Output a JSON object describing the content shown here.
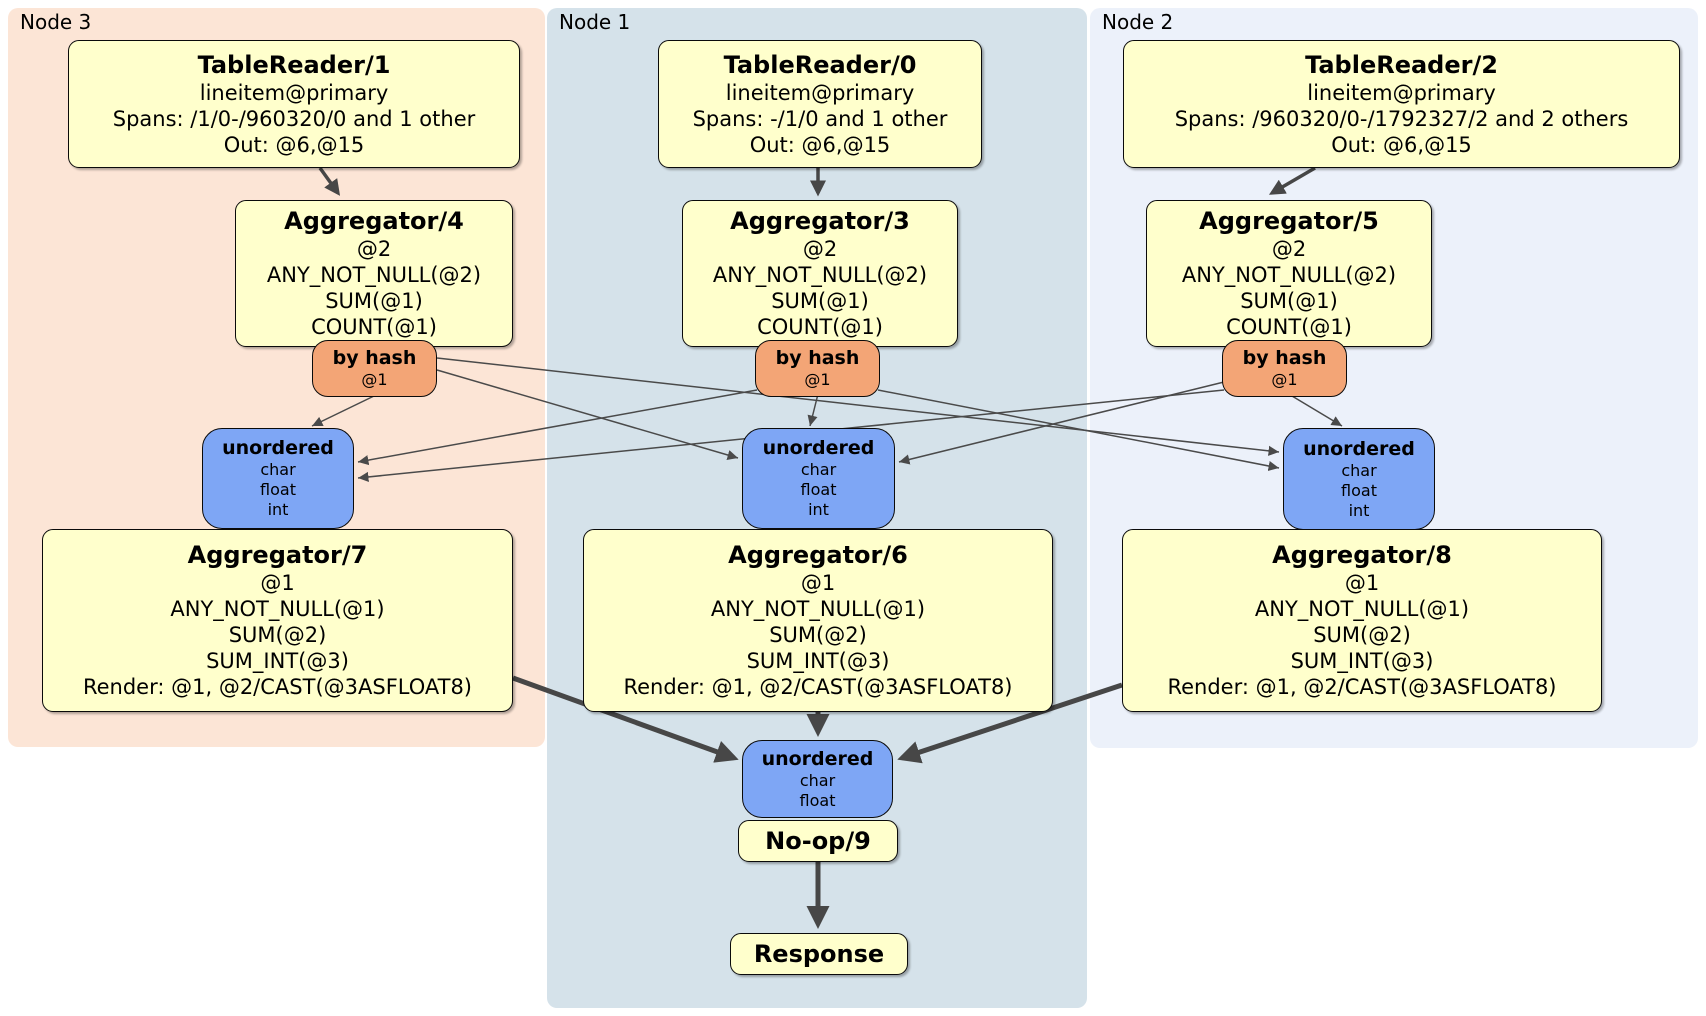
{
  "regions": [
    {
      "label": "Node 3"
    },
    {
      "label": "Node 1"
    },
    {
      "label": "Node 2"
    }
  ],
  "processors": {
    "tr1": {
      "title": "TableReader/1",
      "lines": [
        "lineitem@primary",
        "Spans: /1/0-/960320/0 and 1 other",
        "Out: @6,@15"
      ]
    },
    "tr0": {
      "title": "TableReader/0",
      "lines": [
        "lineitem@primary",
        "Spans: -/1/0 and 1 other",
        "Out: @6,@15"
      ]
    },
    "tr2": {
      "title": "TableReader/2",
      "lines": [
        "lineitem@primary",
        "Spans: /960320/0-/1792327/2 and 2 others",
        "Out: @6,@15"
      ]
    },
    "agg4": {
      "title": "Aggregator/4",
      "lines": [
        "@2",
        "ANY_NOT_NULL(@2)",
        "SUM(@1)",
        "COUNT(@1)"
      ]
    },
    "agg3": {
      "title": "Aggregator/3",
      "lines": [
        "@2",
        "ANY_NOT_NULL(@2)",
        "SUM(@1)",
        "COUNT(@1)"
      ]
    },
    "agg5": {
      "title": "Aggregator/5",
      "lines": [
        "@2",
        "ANY_NOT_NULL(@2)",
        "SUM(@1)",
        "COUNT(@1)"
      ]
    },
    "agg7": {
      "title": "Aggregator/7",
      "lines": [
        "@1",
        "ANY_NOT_NULL(@1)",
        "SUM(@2)",
        "SUM_INT(@3)",
        "Render: @1, @2/CAST(@3ASFLOAT8)"
      ]
    },
    "agg6": {
      "title": "Aggregator/6",
      "lines": [
        "@1",
        "ANY_NOT_NULL(@1)",
        "SUM(@2)",
        "SUM_INT(@3)",
        "Render: @1, @2/CAST(@3ASFLOAT8)"
      ]
    },
    "agg8": {
      "title": "Aggregator/8",
      "lines": [
        "@1",
        "ANY_NOT_NULL(@1)",
        "SUM(@2)",
        "SUM_INT(@3)",
        "Render: @1, @2/CAST(@3ASFLOAT8)"
      ]
    },
    "noop": {
      "title": "No-op/9"
    },
    "response": {
      "title": "Response"
    }
  },
  "routers": {
    "hash3": {
      "title": "by hash",
      "lines": [
        "@1"
      ]
    },
    "hash1": {
      "title": "by hash",
      "lines": [
        "@1"
      ]
    },
    "hash2": {
      "title": "by hash",
      "lines": [
        "@1"
      ]
    }
  },
  "syncs": {
    "un3": {
      "title": "unordered",
      "lines": [
        "char",
        "float",
        "int"
      ]
    },
    "un1": {
      "title": "unordered",
      "lines": [
        "char",
        "float",
        "int"
      ]
    },
    "un2": {
      "title": "unordered",
      "lines": [
        "char",
        "float",
        "int"
      ]
    },
    "unfinal": {
      "title": "unordered",
      "lines": [
        "char",
        "float"
      ]
    }
  },
  "colors": {
    "node3_bg": "#fce5d6",
    "node1_bg": "#d5e2ea",
    "node2_bg": "#ecf1fa",
    "processor_fill": "#ffffcc",
    "router_fill": "#f3a576",
    "sync_fill": "#7ea6f5",
    "edge": "#4a4a4a"
  }
}
